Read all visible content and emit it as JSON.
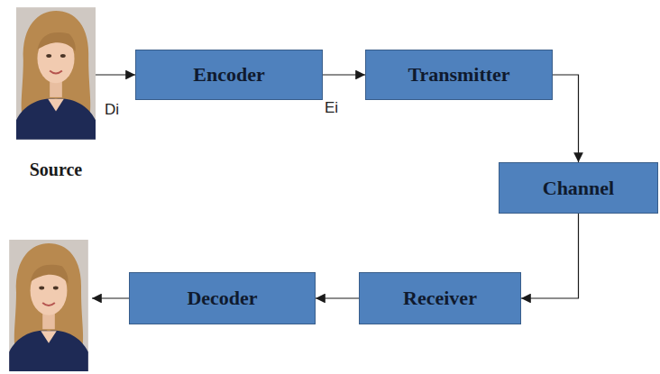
{
  "diagram": {
    "nodes": [
      {
        "text": [
          "Source"
        ]
      },
      {
        "text": [
          "Encoder"
        ]
      },
      {
        "text": [
          "Transmitter"
        ]
      },
      {
        "text": [
          "Channel"
        ]
      },
      {
        "text": [
          "Receiver"
        ]
      },
      {
        "text": [
          "Decoder"
        ]
      }
    ],
    "edges": [
      {
        "from": 0,
        "to": 1,
        "arrow": "to",
        "label": "Di"
      },
      {
        "from": 1,
        "to": 2,
        "arrow": "to",
        "label": "Ei"
      },
      {
        "from": 2,
        "to": 3,
        "arrow": "to"
      },
      {
        "from": 3,
        "to": 4,
        "arrow": "to"
      },
      {
        "from": 4,
        "to": 5,
        "arrow": "to"
      }
    ]
  }
}
